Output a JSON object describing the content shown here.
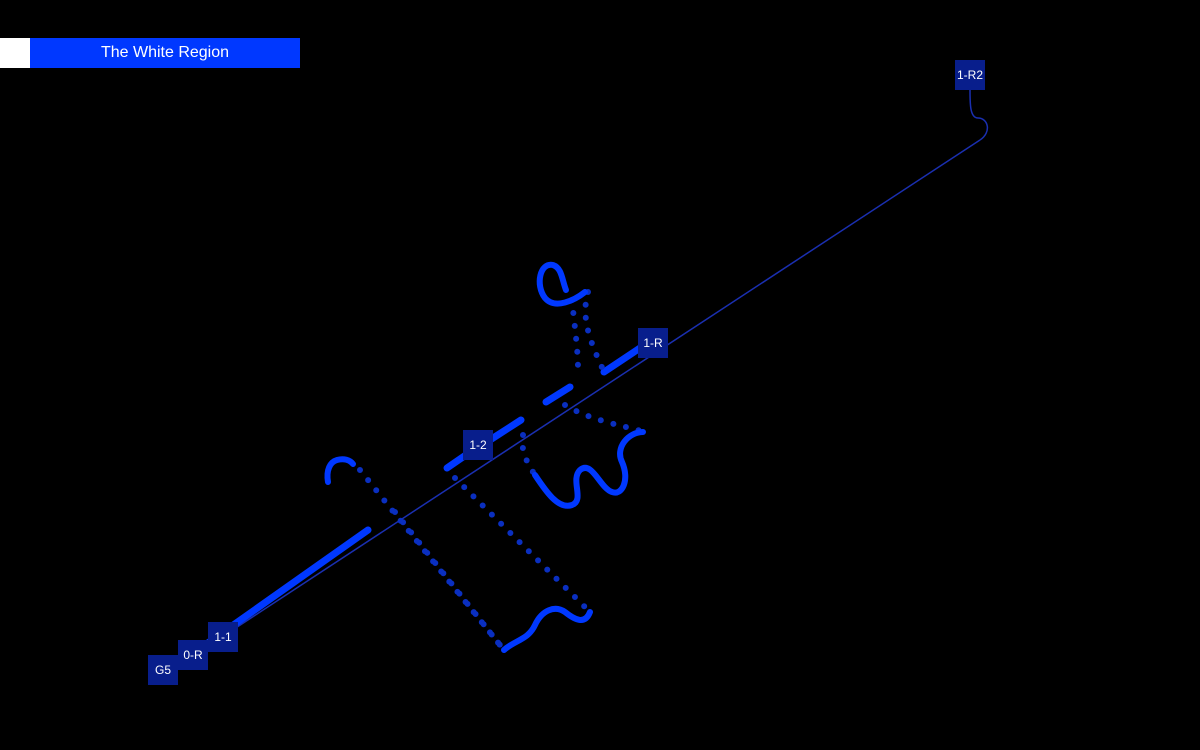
{
  "region": {
    "title": "The White Region",
    "swatch_color": "#ffffff",
    "banner_color": "#0038ff"
  },
  "colors": {
    "background": "#000000",
    "track": "#0038ff",
    "track_dim": "#1a2fb0",
    "node_fill": "#081e8c",
    "node_text": "#ffffff"
  },
  "nodes": [
    {
      "id": "g5",
      "label": "G5"
    },
    {
      "id": "0r",
      "label": "0-R"
    },
    {
      "id": "1-1",
      "label": "1-1"
    },
    {
      "id": "1-2",
      "label": "1-2"
    },
    {
      "id": "1r",
      "label": "1-R"
    },
    {
      "id": "1r2",
      "label": "1-R2"
    }
  ]
}
